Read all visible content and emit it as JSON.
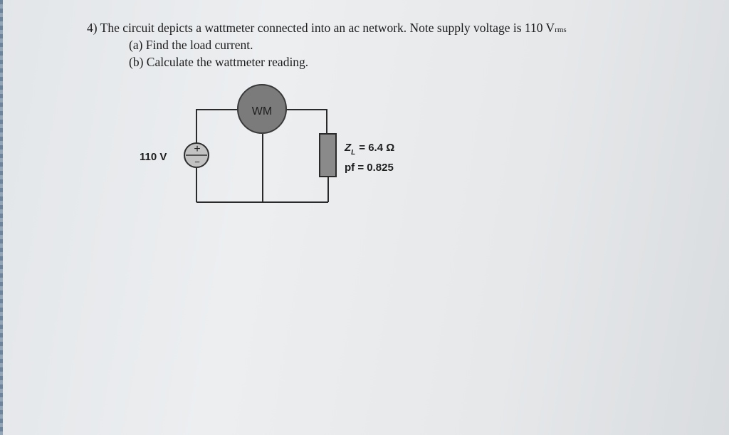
{
  "question": {
    "number": "4)",
    "intro": "The circuit depicts a wattmeter connected into an ac network. Note supply voltage is 110 V",
    "unit_subscript": "rms",
    "part_a": "(a) Find the load current.",
    "part_b": "(b) Calculate the wattmeter reading."
  },
  "circuit": {
    "meter_label": "WM",
    "source_voltage": "110 V",
    "source_plus": "+",
    "source_minus": "−",
    "load_impedance_symbol": "Z",
    "load_impedance_subscript": "L",
    "load_impedance_value": "= 6.4 Ω",
    "load_pf": "pf = 0.825"
  }
}
